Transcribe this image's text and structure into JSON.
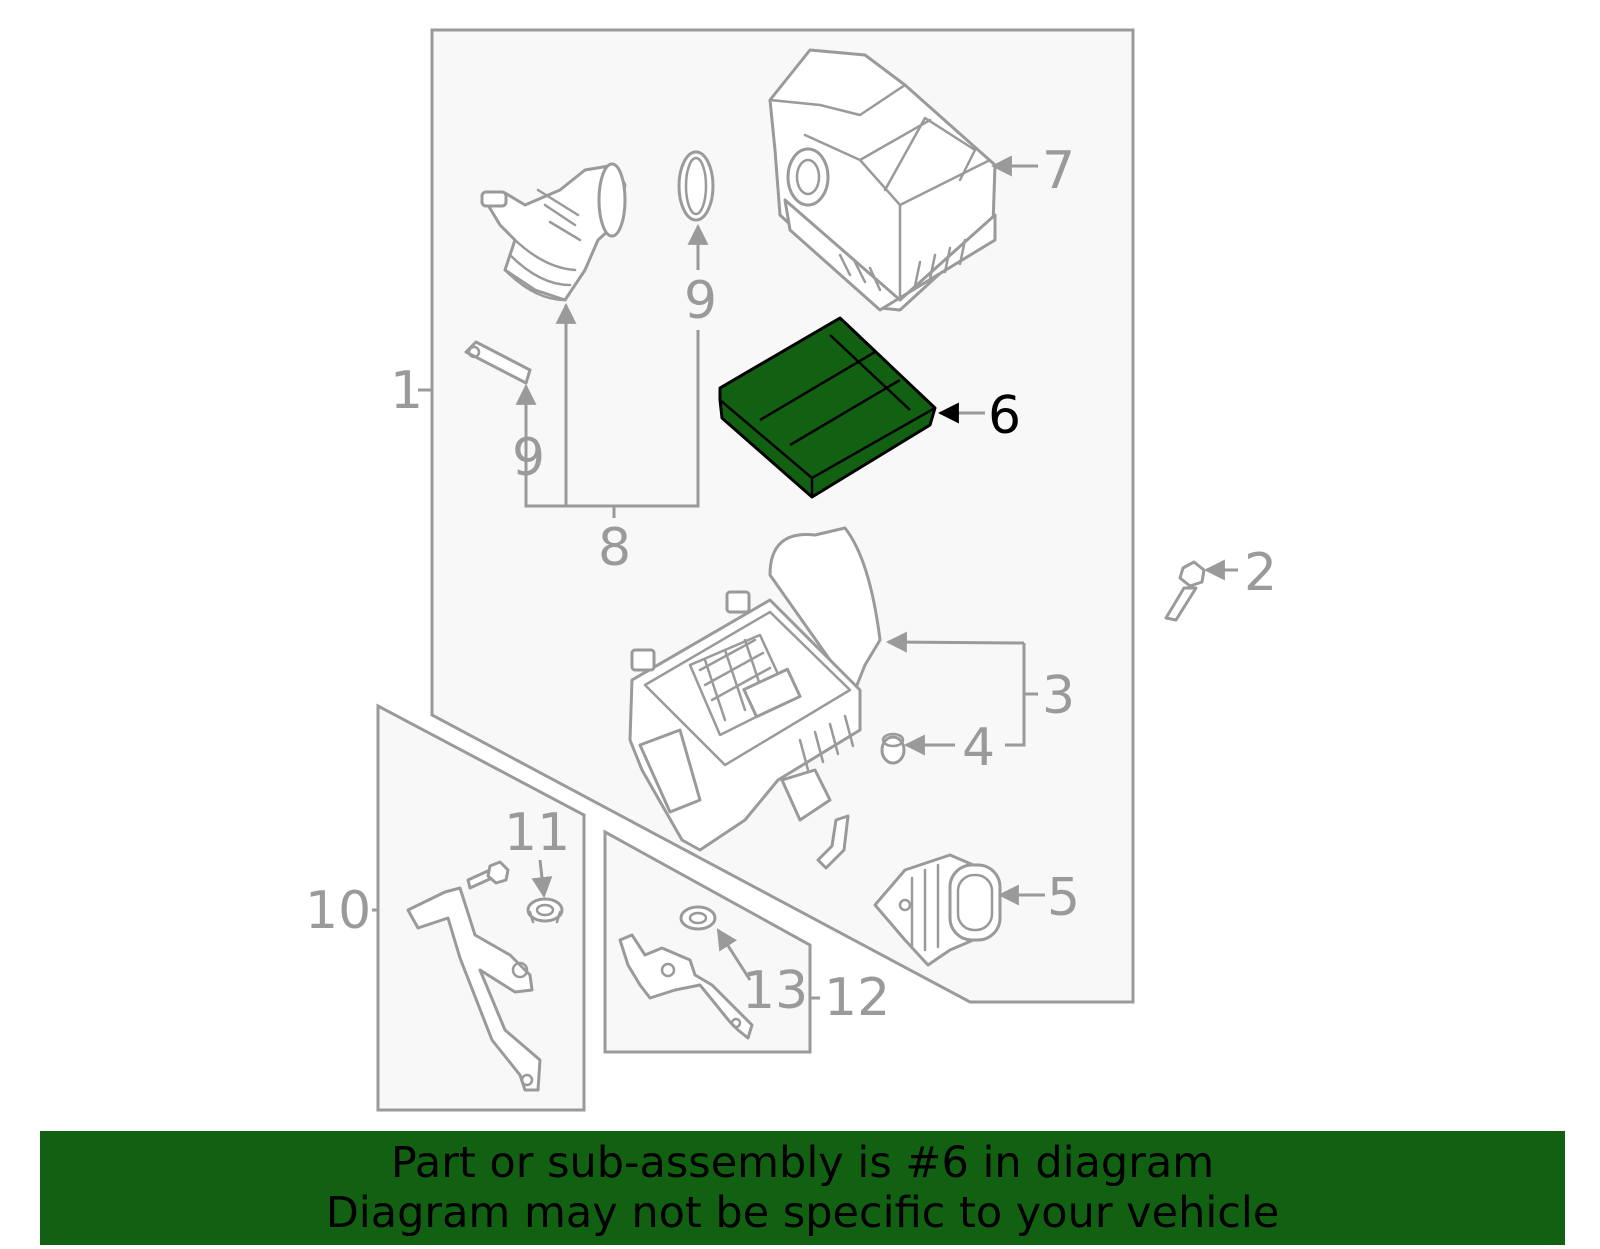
{
  "callouts": {
    "c1": "1",
    "c2": "2",
    "c3": "3",
    "c4": "4",
    "c5": "5",
    "c6": "6",
    "c7": "7",
    "c8": "8",
    "c9a": "9",
    "c9b": "9",
    "c10": "10",
    "c11": "11",
    "c12": "12",
    "c13": "13"
  },
  "highlight": {
    "part": "6",
    "color": "#126112"
  },
  "colors": {
    "line": "#9a9a9a",
    "panel": "#f8f8f8",
    "banner": "#126112",
    "text": "#000000"
  },
  "banner": {
    "line1": "Part or sub-assembly is #6 in diagram",
    "line2": "Diagram may not be specific to your vehicle"
  }
}
